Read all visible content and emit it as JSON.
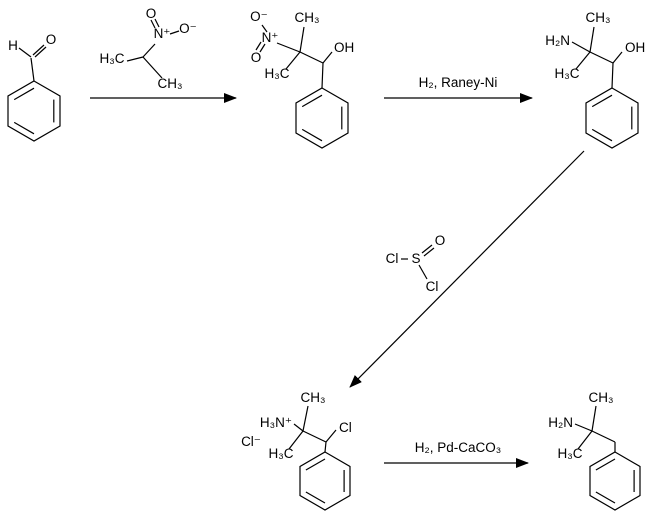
{
  "canvas": {
    "background": "#ffffff",
    "line_color": "#000000"
  },
  "molecules": {
    "benzaldehyde": {
      "h": "H",
      "o": "O"
    },
    "nitropropane": {
      "o_top": "O",
      "n_plus": "N⁺",
      "o_minus": "O⁻",
      "h3c": "H₃C",
      "ch3": "CH₃"
    },
    "nitro_alcohol": {
      "o_minus": "O⁻",
      "n_plus": "N⁺",
      "o": "O",
      "ch3": "CH₃",
      "oh": "OH",
      "h3c": "H₃C"
    },
    "amino_alcohol": {
      "ch3": "CH₃",
      "h2n": "H₂N",
      "oh": "OH",
      "h3c": "H₃C"
    },
    "thionyl_chloride": {
      "cl_left": "Cl",
      "s": "S",
      "o": "O",
      "cl_bottom": "Cl"
    },
    "ammonium_salt": {
      "ch3": "CH₃",
      "h3n_plus": "H₃N⁺",
      "cl": "Cl",
      "cl_counterion": "Cl⁻",
      "h3c": "H₃C"
    },
    "phentermine": {
      "ch3": "CH₃",
      "h2n": "H₂N",
      "h3c": "H₃C"
    }
  },
  "reagents": {
    "step_hydrogenation": "H₂, Raney-Ni",
    "step_final": "H₂, Pd-CaCO₃"
  }
}
